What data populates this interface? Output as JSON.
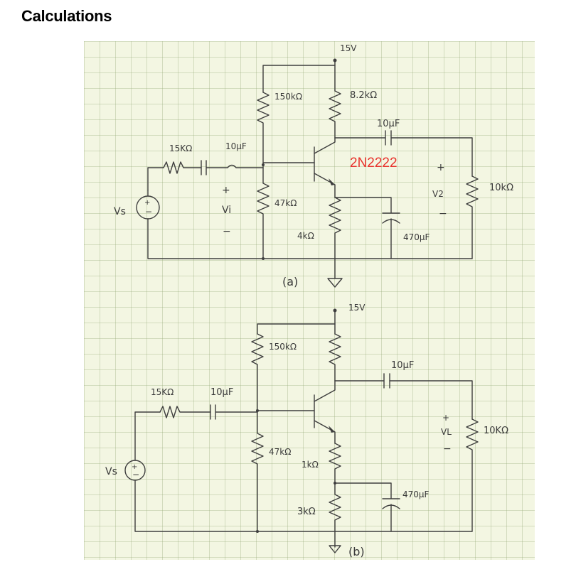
{
  "page": {
    "heading": "Calculations"
  },
  "circuit_a": {
    "supply": "15V",
    "r1": "150kΩ",
    "rc": "8.2kΩ",
    "c_out": "10μF",
    "rs": "15KΩ",
    "c_in": "10μF",
    "transistor": "2N2222",
    "vi_plus": "+",
    "vi": "Vi",
    "vi_minus": "−",
    "r2": "47kΩ",
    "re": "4kΩ",
    "c_e": "470μF",
    "v2_plus": "+",
    "v2": "V2",
    "v2_minus": "−",
    "rl": "10kΩ",
    "vs": "Vs",
    "caption": "(a)"
  },
  "circuit_b": {
    "supply": "15V",
    "r1": "150kΩ",
    "c_out": "10μF",
    "rs": "15KΩ",
    "c_in": "10μF",
    "vl_plus": "+",
    "vl": "VL",
    "vl_minus": "−",
    "rl": "10KΩ",
    "r2": "47kΩ",
    "re1": "1kΩ",
    "c_e": "470μF",
    "re2": "3kΩ",
    "vs": "Vs",
    "caption": "(b)"
  }
}
